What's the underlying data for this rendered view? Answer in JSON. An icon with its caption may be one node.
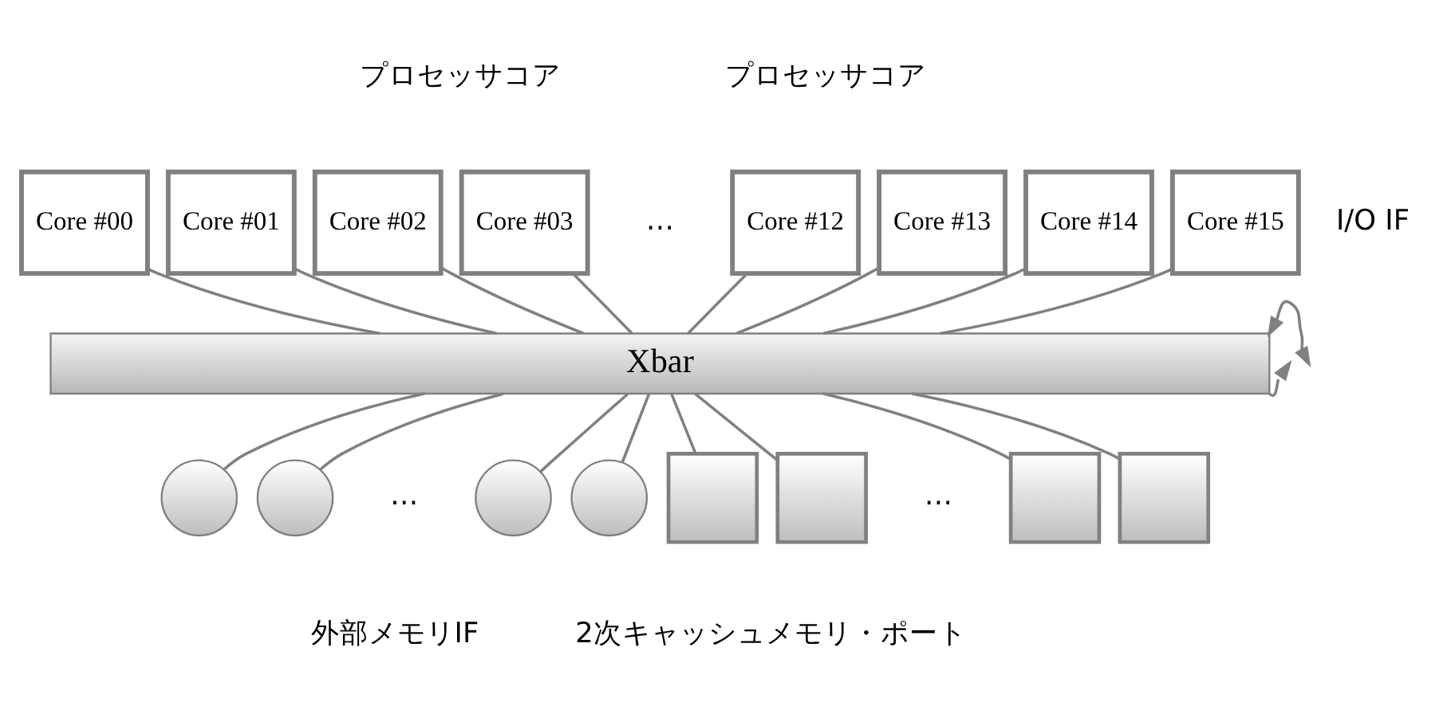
{
  "diagram": {
    "nodes": [
      {
        "text": [
          "Core #00"
        ]
      },
      {
        "text": [
          "Core #01"
        ]
      },
      {
        "text": [
          "Core #02"
        ]
      },
      {
        "text": [
          "Core #03"
        ]
      },
      {
        "text": [
          "Core #12"
        ]
      },
      {
        "text": [
          "Core #13"
        ]
      },
      {
        "text": [
          "Core #14"
        ]
      },
      {
        "text": [
          "Core #15"
        ]
      },
      {
        "text": [
          "Xbar"
        ]
      },
      {
        "text": [],
        "shape": "circle"
      },
      {
        "text": [],
        "shape": "circle"
      },
      {
        "text": [],
        "shape": "circle"
      },
      {
        "text": [],
        "shape": "circle"
      },
      {
        "text": [],
        "shape": "box"
      },
      {
        "text": [],
        "shape": "box"
      },
      {
        "text": [],
        "shape": "box"
      },
      {
        "text": [],
        "shape": "box"
      }
    ],
    "edges": [
      {
        "from": 0,
        "to": 8,
        "arrow": "none"
      },
      {
        "from": 1,
        "to": 8,
        "arrow": "none"
      },
      {
        "from": 2,
        "to": 8,
        "arrow": "none"
      },
      {
        "from": 3,
        "to": 8,
        "arrow": "none"
      },
      {
        "from": 4,
        "to": 8,
        "arrow": "none"
      },
      {
        "from": 5,
        "to": 8,
        "arrow": "none"
      },
      {
        "from": 6,
        "to": 8,
        "arrow": "none"
      },
      {
        "from": 7,
        "to": 8,
        "arrow": "none"
      },
      {
        "from": 8,
        "to": 9,
        "arrow": "none"
      },
      {
        "from": 8,
        "to": 10,
        "arrow": "none"
      },
      {
        "from": 8,
        "to": 11,
        "arrow": "none"
      },
      {
        "from": 8,
        "to": 12,
        "arrow": "none"
      },
      {
        "from": 8,
        "to": 13,
        "arrow": "none"
      },
      {
        "from": 8,
        "to": 14,
        "arrow": "none"
      },
      {
        "from": 8,
        "to": 15,
        "arrow": "none"
      },
      {
        "from": 8,
        "to": 16,
        "arrow": "none"
      },
      {
        "from": 8,
        "to": null,
        "arrow": "both"
      },
      {
        "from": 8,
        "to": null,
        "arrow": "to"
      }
    ],
    "labels": [
      "プロセッサコア",
      "プロセッサコア",
      "I/O IF",
      "…",
      "…",
      "…",
      "外部メモリIF",
      "2次キャッシュメモリ・ポート"
    ]
  }
}
